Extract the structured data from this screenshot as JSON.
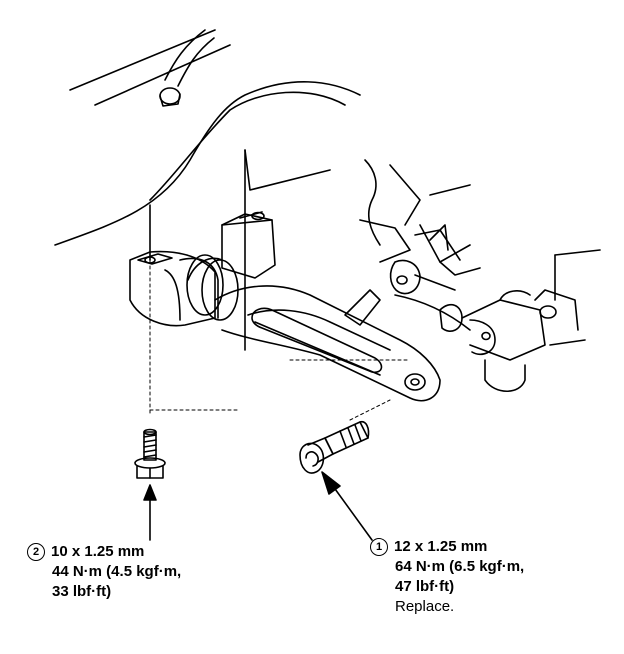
{
  "callouts": [
    {
      "number": "1",
      "size": "12 x 1.25 mm",
      "torque_nm": "64 N·m (6.5 kgf·m,",
      "torque_lbf": "47 lbf·ft)",
      "note": "Replace."
    },
    {
      "number": "2",
      "size": "10 x 1.25 mm",
      "torque_nm": "44 N·m (4.5 kgf·m,",
      "torque_lbf": "33 lbf·ft)"
    }
  ]
}
